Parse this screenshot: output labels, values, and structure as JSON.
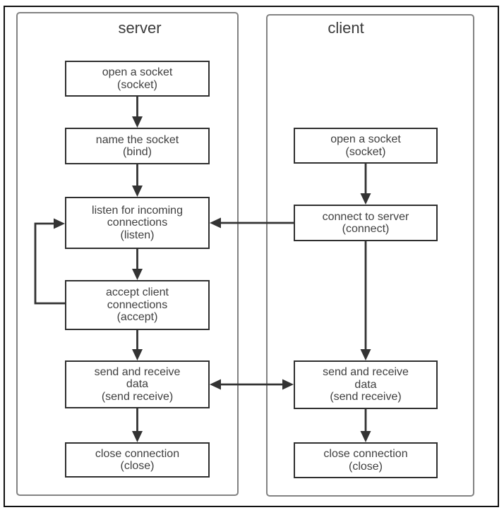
{
  "diagram": {
    "columns": [
      {
        "title": "server",
        "nodes": [
          {
            "id": "server-open-socket",
            "lines": [
              "open a socket",
              "(socket)"
            ]
          },
          {
            "id": "server-bind",
            "lines": [
              "name the socket",
              "(bind)"
            ]
          },
          {
            "id": "server-listen",
            "lines": [
              "listen for incoming",
              "connections",
              "(listen)"
            ]
          },
          {
            "id": "server-accept",
            "lines": [
              "accept client",
              "connections",
              "(accept)"
            ]
          },
          {
            "id": "server-send-receive",
            "lines": [
              "send and receive",
              "data",
              "(send receive)"
            ]
          },
          {
            "id": "server-close",
            "lines": [
              "close connection",
              "(close)"
            ]
          }
        ]
      },
      {
        "title": "client",
        "nodes": [
          {
            "id": "client-open-socket",
            "lines": [
              "open a socket",
              "(socket)"
            ]
          },
          {
            "id": "client-connect",
            "lines": [
              "connect to server",
              "(connect)"
            ]
          },
          {
            "id": "client-send-receive",
            "lines": [
              "send and receive",
              "data",
              "(send receive)"
            ]
          },
          {
            "id": "client-close",
            "lines": [
              "close connection",
              "(close)"
            ]
          }
        ]
      }
    ],
    "edges": [
      "server-open-socket -> server-bind",
      "server-bind -> server-listen",
      "server-listen -> server-accept",
      "server-accept -> server-send-receive",
      "server-send-receive -> server-close",
      "server-accept -> server-listen (loop back)",
      "client-open-socket -> client-connect",
      "client-connect -> server-listen",
      "client-connect -> client-send-receive",
      "server-send-receive <-> client-send-receive",
      "client-send-receive -> client-close"
    ],
    "colors": {
      "outer_border": "#111111",
      "container_border": "#828282",
      "box_border": "#2f2f2f",
      "arrow": "#333333",
      "text": "#3f3f3f",
      "background": "#ffffff"
    }
  }
}
